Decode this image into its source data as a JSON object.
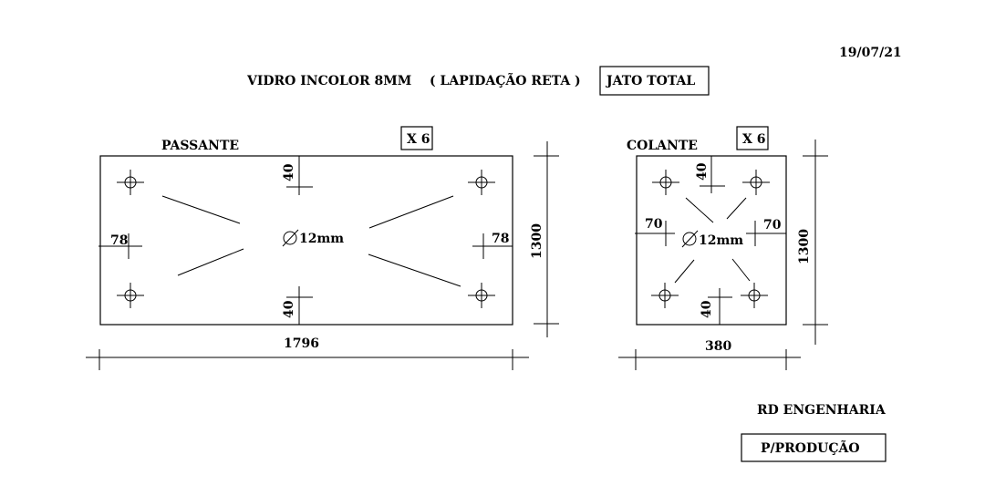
{
  "header": {
    "date": "19/07/21",
    "material": "VIDRO INCOLOR 8MM",
    "finish": "( LAPIDAÇÃO RETA )",
    "treatment": "JATO TOTAL"
  },
  "panels": {
    "passante": {
      "label": "PASSANTE",
      "quantity": "X 6",
      "width": "1796",
      "height": "1300",
      "hole_diameter": "12mm",
      "edge_top": "40",
      "edge_bottom": "40",
      "edge_left": "78",
      "edge_right": "78"
    },
    "colante": {
      "label": "COLANTE",
      "quantity": "X 6",
      "width": "380",
      "height": "1300",
      "hole_diameter": "12mm",
      "edge_top": "40",
      "edge_bottom": "40",
      "edge_left": "70",
      "edge_right": "70"
    }
  },
  "footer": {
    "company": "RD ENGENHARIA",
    "stamp": "P/PRODUÇÃO"
  }
}
